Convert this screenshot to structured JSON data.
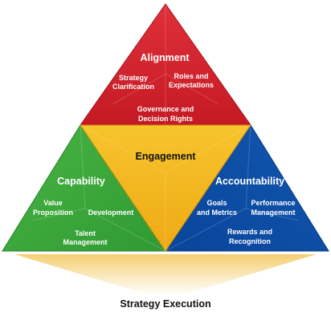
{
  "colors": {
    "alignment": "#d01f2a",
    "capability": "#3aa639",
    "engagement": "#f2b51e",
    "accountability": "#0a4ea6",
    "shadow": "#f6d98a"
  },
  "alignment": {
    "title": "Alignment",
    "items": {
      "strategy_line1": "Strategy",
      "strategy_line2": "Clarification",
      "roles_line1": "Roles and",
      "roles_line2": "Expectations",
      "gov_line1": "Governance and",
      "gov_line2": "Decision Rights"
    }
  },
  "engagement": {
    "title": "Engagement"
  },
  "capability": {
    "title": "Capability",
    "items": {
      "value_line1": "Value",
      "value_line2": "Proposition",
      "development": "Development",
      "talent_line1": "Talent",
      "talent_line2": "Management"
    }
  },
  "accountability": {
    "title": "Accountability",
    "items": {
      "goals_line1": "Goals",
      "goals_line2": "and Metrics",
      "perf_line1": "Performance",
      "perf_line2": "Management",
      "rewards_line1": "Rewards and",
      "rewards_line2": "Recognition"
    }
  },
  "footer": {
    "title": "Strategy Execution"
  }
}
